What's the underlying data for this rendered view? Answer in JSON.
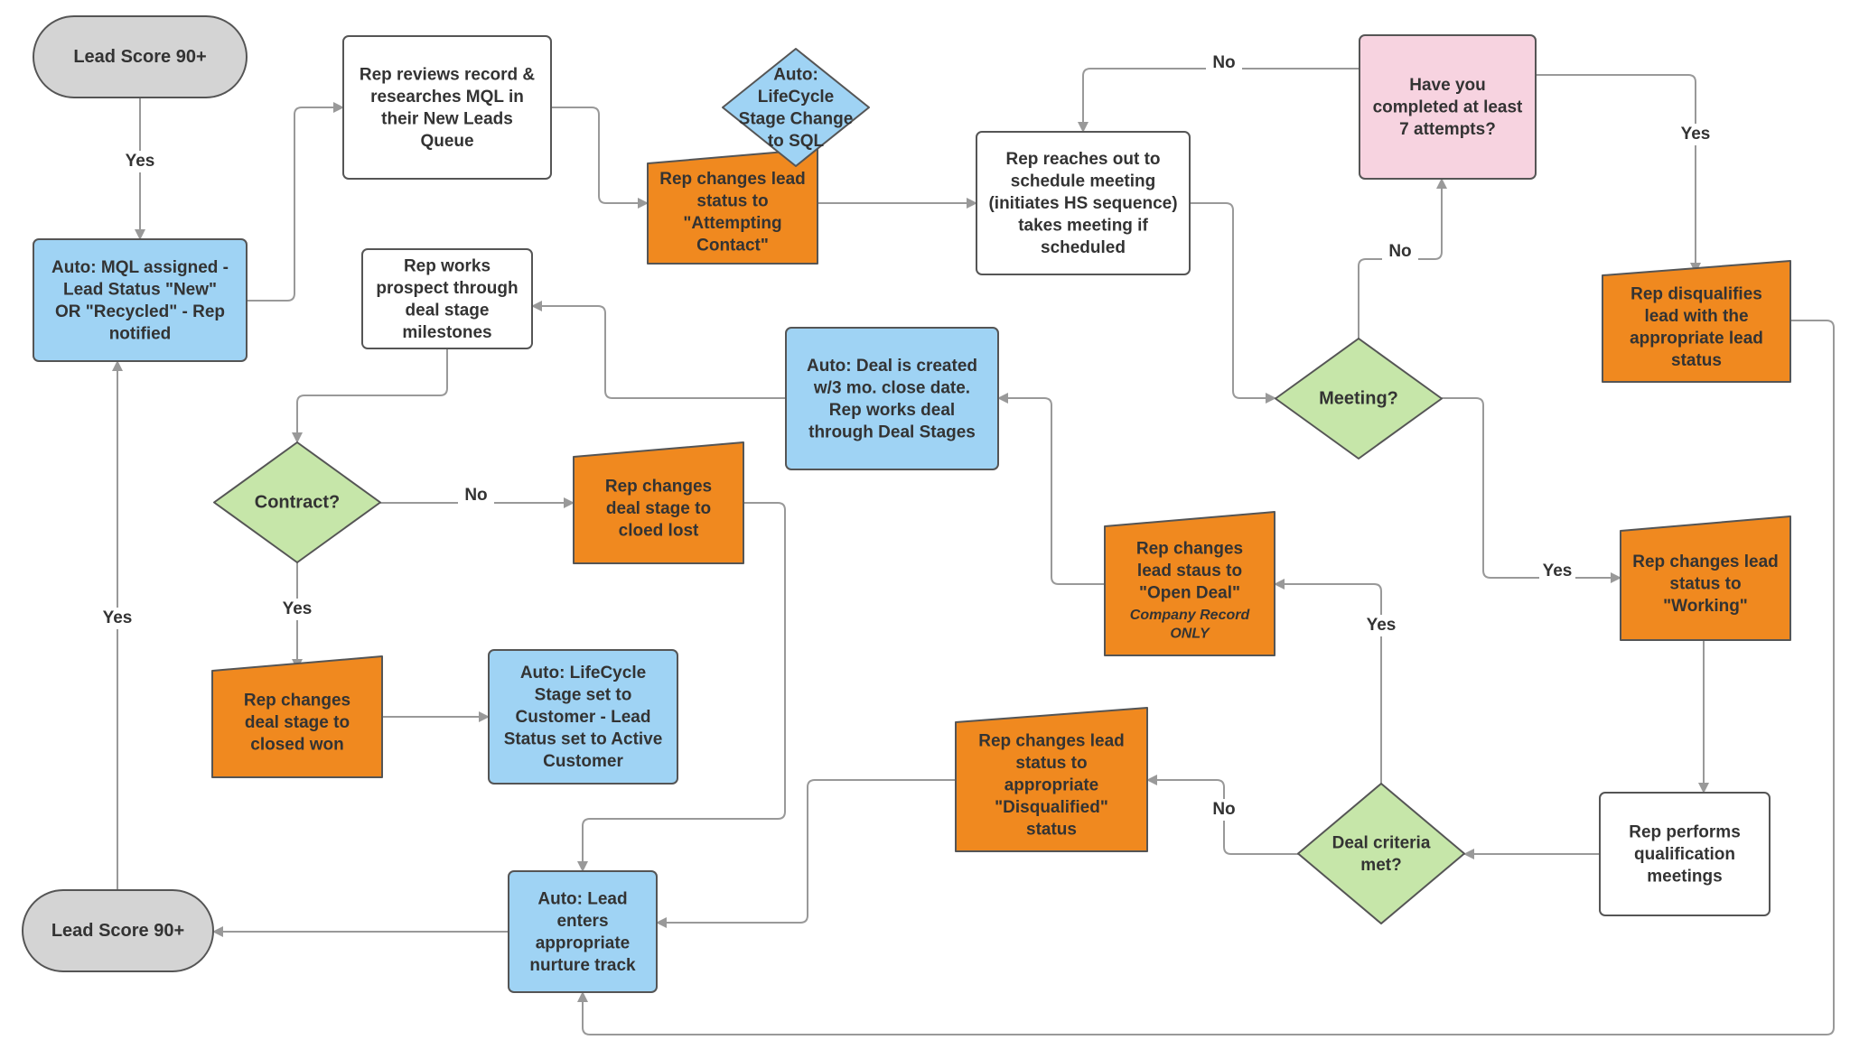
{
  "colors": {
    "gray": "#d4d4d4",
    "blue": "#9fd3f4",
    "white": "#ffffff",
    "orange": "#f0891f",
    "green": "#c6e6a9",
    "pink": "#f7d3e0",
    "stroke": "#555555",
    "edge": "#999999"
  },
  "nodes": {
    "lead_score_top": {
      "lines": [
        "Lead Score 90+"
      ]
    },
    "lead_score_bottom": {
      "lines": [
        "Lead Score 90+"
      ]
    },
    "mql_assigned": {
      "lines": [
        "Auto: MQL assigned -",
        "Lead Status \"New\"",
        "OR \"Recycled\" - Rep",
        "notified"
      ]
    },
    "rep_reviews": {
      "lines": [
        "Rep reviews record &",
        "researches MQL in",
        "their New Leads",
        "Queue"
      ]
    },
    "lifecycle_sql": {
      "lines": [
        "Auto:",
        "LifeCycle",
        "Stage Change",
        "to SQL"
      ]
    },
    "attempting_contact": {
      "lines": [
        "Rep changes lead",
        "status to",
        "\"Attempting",
        "Contact\""
      ]
    },
    "rep_reaches_out": {
      "lines": [
        "Rep reaches out to",
        "schedule meeting",
        "(initiates HS sequence)",
        "takes meeting if",
        "scheduled"
      ]
    },
    "seven_attempts": {
      "lines": [
        "Have you",
        "completed at least",
        "7 attempts?"
      ]
    },
    "rep_disqualifies": {
      "lines": [
        "Rep disqualifies",
        "lead with the",
        "appropriate lead",
        "status"
      ]
    },
    "meeting_decision": {
      "lines": [
        "Meeting?"
      ]
    },
    "rep_works_prospect": {
      "lines": [
        "Rep works",
        "prospect through",
        "deal stage",
        "milestones"
      ]
    },
    "deal_created": {
      "lines": [
        "Auto: Deal is created",
        "w/3 mo. close date.",
        "Rep works deal",
        "through Deal Stages"
      ]
    },
    "contract_decision": {
      "lines": [
        "Contract?"
      ]
    },
    "closed_lost": {
      "lines": [
        "Rep changes",
        "deal stage to",
        "cloed lost"
      ]
    },
    "open_deal": {
      "lines": [
        "Rep changes",
        "lead staus to",
        "\"Open Deal\""
      ],
      "sub_lines": [
        "Company Record",
        "ONLY"
      ]
    },
    "working": {
      "lines": [
        "Rep changes lead",
        "status to",
        "\"Working\""
      ]
    },
    "closed_won": {
      "lines": [
        "Rep changes",
        "deal stage to",
        "closed won"
      ]
    },
    "lifecycle_customer": {
      "lines": [
        "Auto: LifeCycle",
        "Stage set to",
        "Customer - Lead",
        "Status set to Active",
        "Customer"
      ]
    },
    "disqualified_status": {
      "lines": [
        "Rep changes lead",
        "status to",
        "appropriate",
        "\"Disqualified\"",
        "status"
      ]
    },
    "qualification_meetings": {
      "lines": [
        "Rep performs",
        "qualification",
        "meetings"
      ]
    },
    "deal_criteria_decision": {
      "lines": [
        "Deal criteria",
        "met?"
      ]
    },
    "nurture_track": {
      "lines": [
        "Auto: Lead",
        "enters",
        "appropriate",
        "nurture track"
      ]
    }
  },
  "edge_labels": {
    "yes": "Yes",
    "no": "No"
  }
}
